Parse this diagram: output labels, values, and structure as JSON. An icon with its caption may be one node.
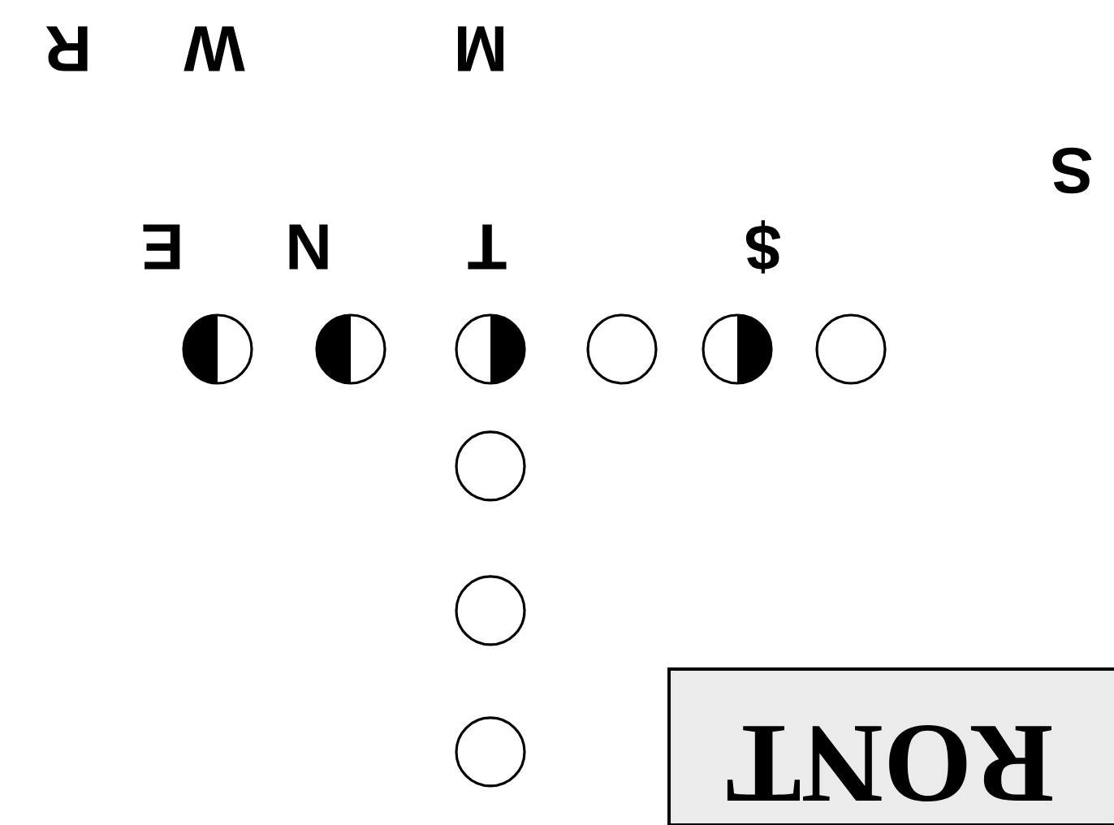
{
  "diagram": {
    "nodes": [
      {
        "text": [],
        "shape": "circle"
      },
      {
        "text": [],
        "shape": "circle"
      },
      {
        "text": [],
        "shape": "circle"
      },
      {
        "text": [],
        "shape": "circle"
      },
      {
        "text": [],
        "shape": "circle"
      },
      {
        "text": [],
        "shape": "circle"
      },
      {
        "text": [],
        "shape": "circle"
      },
      {
        "text": [],
        "shape": "circle"
      },
      {
        "text": [],
        "shape": "circle"
      },
      {
        "text": [
          "RONT"
        ]
      }
    ],
    "labels": [
      "R",
      "W",
      "M",
      "S",
      "E",
      "N",
      "T",
      "$"
    ]
  }
}
